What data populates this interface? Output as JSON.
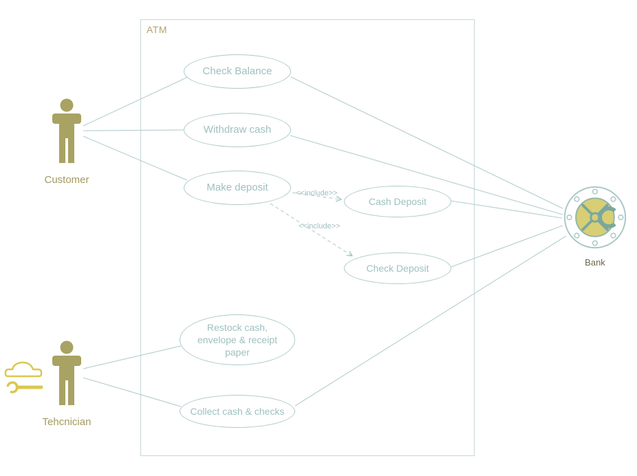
{
  "diagram": {
    "system_label": "ATM",
    "actors": [
      {
        "id": "customer",
        "label": "Customer"
      },
      {
        "id": "technician",
        "label": "Tehcnician"
      },
      {
        "id": "bank",
        "label": "Bank"
      }
    ],
    "use_cases": [
      {
        "id": "check-balance",
        "label": "Check Balance"
      },
      {
        "id": "withdraw-cash",
        "label": "Withdraw cash"
      },
      {
        "id": "make-deposit",
        "label": "Make deposit"
      },
      {
        "id": "cash-deposit",
        "label": "Cash Deposit"
      },
      {
        "id": "check-deposit",
        "label": "Check Deposit"
      },
      {
        "id": "restock",
        "label": "Restock cash, envelope & receipt paper"
      },
      {
        "id": "collect",
        "label": "Collect cash & checks"
      }
    ],
    "includes": [
      {
        "label": "<<include>>"
      },
      {
        "label": "<<include>>"
      }
    ],
    "colors": {
      "usecase_border": "#aecaca",
      "usecase_text": "#9fc0c0",
      "connector": "#b3cdcd",
      "actor_fill": "#a8a263",
      "actor_label": "#a39a5f",
      "atm_label": "#b3a46b",
      "bank_label": "#6e6649",
      "vault_fill": "#d8ce74",
      "vault_detail": "#79a7a0",
      "tools_icon": "#d9c84e"
    }
  }
}
